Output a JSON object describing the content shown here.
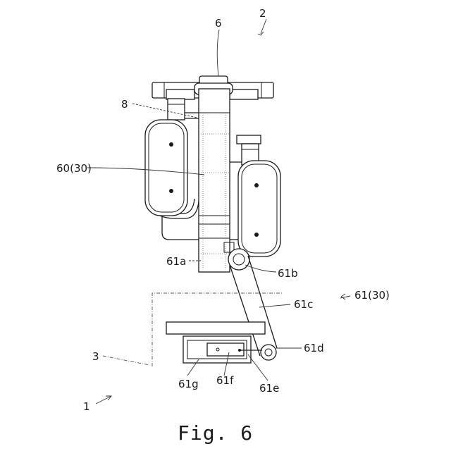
{
  "figure": {
    "caption": "Fig. 6"
  },
  "labels": {
    "l2": "2",
    "l6": "6",
    "l8": "8",
    "l60": "60(30)",
    "l61a": "61a",
    "l61b": "61b",
    "l61": "61(30)",
    "l61c": "61c",
    "l3": "3",
    "l61d": "61d",
    "l61g": "61g",
    "l61f": "61f",
    "l61e": "61e",
    "l1": "1"
  }
}
